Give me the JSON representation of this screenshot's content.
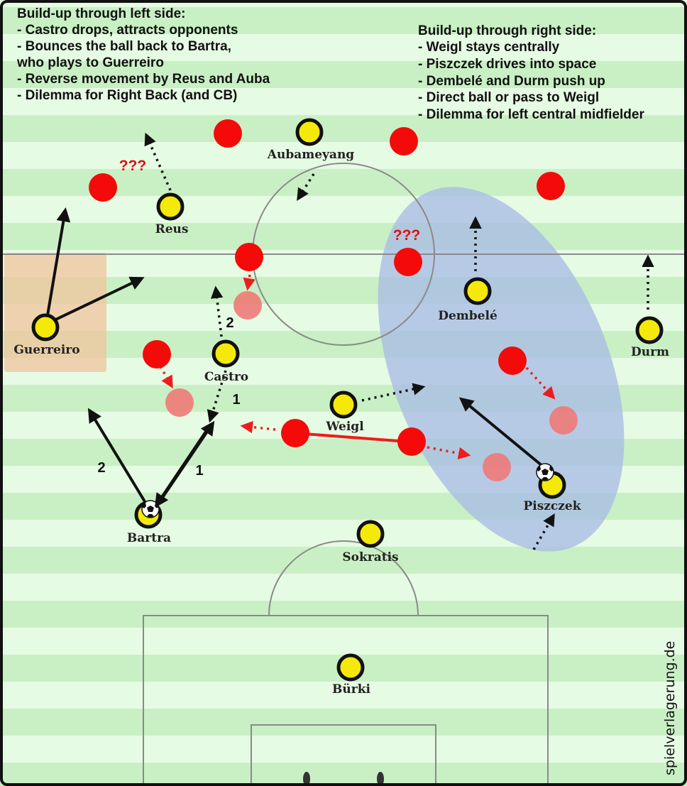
{
  "notes": {
    "left": {
      "title": "Build-up through left side:",
      "lines": [
        "- Castro drops, attracts opponents",
        "- Bounces the ball back to Bartra,",
        "who plays to Guerreiro",
        "- Reverse movement by Reus and Auba",
        "- Dilemma for Right Back (and CB)"
      ]
    },
    "right": {
      "title": "Build-up through right side:",
      "lines": [
        "- Weigl stays centrally",
        "- Piszczek drives into space",
        "- Dembelé and Durm push up",
        "- Direct ball or pass to Weigl",
        "- Dilemma for left central midfielder"
      ]
    }
  },
  "players": {
    "aubameyang": "Aubameyang",
    "reus": "Reus",
    "guerreiro": "Guerreiro",
    "castro": "Castro",
    "dembele": "Dembelé",
    "durm": "Durm",
    "weigl": "Weigl",
    "piszczek": "Piszczek",
    "bartra": "Bartra",
    "sokratis": "Sokratis",
    "burki": "Bürki"
  },
  "labels": {
    "question_left": "???",
    "question_center": "???",
    "num_castro_run": "2",
    "num_castro_pass": "1",
    "num_bartra_left": "2",
    "num_bartra_right": "1"
  },
  "watermark": "spielverlagerung.de",
  "colors": {
    "pitch_light": "#e6fbe3",
    "pitch_dark": "#c9f0c4",
    "team_yellow": "#f5e90a",
    "opponent_red": "#f50a0a",
    "opponent_ghost": "#ee7a78",
    "zone_blue": "#a9bde6",
    "zone_orange": "#f0c49e"
  }
}
